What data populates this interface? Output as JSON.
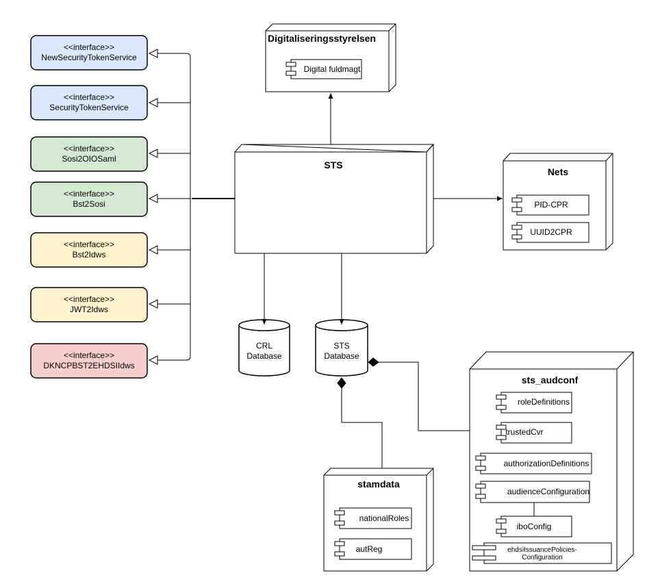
{
  "colors": {
    "blue": "#dae8fc",
    "green": "#d5e8d4",
    "yellow": "#fff2cc",
    "red": "#f8cecc",
    "stroke": "#000000"
  },
  "interfaces": [
    {
      "stereotype": "<<interface>>",
      "name": "NewSecurityTokenService",
      "color": "blue"
    },
    {
      "stereotype": "<<interface>>",
      "name": "SecurityTokenService",
      "color": "blue"
    },
    {
      "stereotype": "<<interface>>",
      "name": "Sosi2OIOSaml",
      "color": "green"
    },
    {
      "stereotype": "<<interface>>",
      "name": "Bst2Sosi",
      "color": "green"
    },
    {
      "stereotype": "<<interface>>",
      "name": "Bst2Idws",
      "color": "yellow"
    },
    {
      "stereotype": "<<interface>>",
      "name": "JWT2Idws",
      "color": "yellow"
    },
    {
      "stereotype": "<<interface>>",
      "name": "DKNCPBST2EHDSIIdws",
      "color": "red"
    }
  ],
  "nodes": {
    "digst": {
      "title": "Digitaliseringsstyrelsen",
      "components": [
        "Digital fuldmagt"
      ]
    },
    "sts": {
      "title": "STS"
    },
    "nets": {
      "title": "Nets",
      "components": [
        "PID-CPR",
        "UUID2CPR"
      ]
    },
    "stamdata": {
      "title": "stamdata",
      "components": [
        "nationalRoles",
        "autReg"
      ]
    },
    "audconf": {
      "title": "sts_audconf",
      "components": [
        "roleDefinitions",
        "trustedCvr",
        "authorizationDefinitions",
        "audienceConfiguration",
        "iboConfig"
      ],
      "last_component": {
        "line1": "ehdsiIssuancePolicies-",
        "line2": "Configuration"
      }
    }
  },
  "databases": {
    "crl": {
      "line1": "CRL",
      "line2": "Database"
    },
    "sts": {
      "line1": "STS",
      "line2": "Database"
    }
  }
}
